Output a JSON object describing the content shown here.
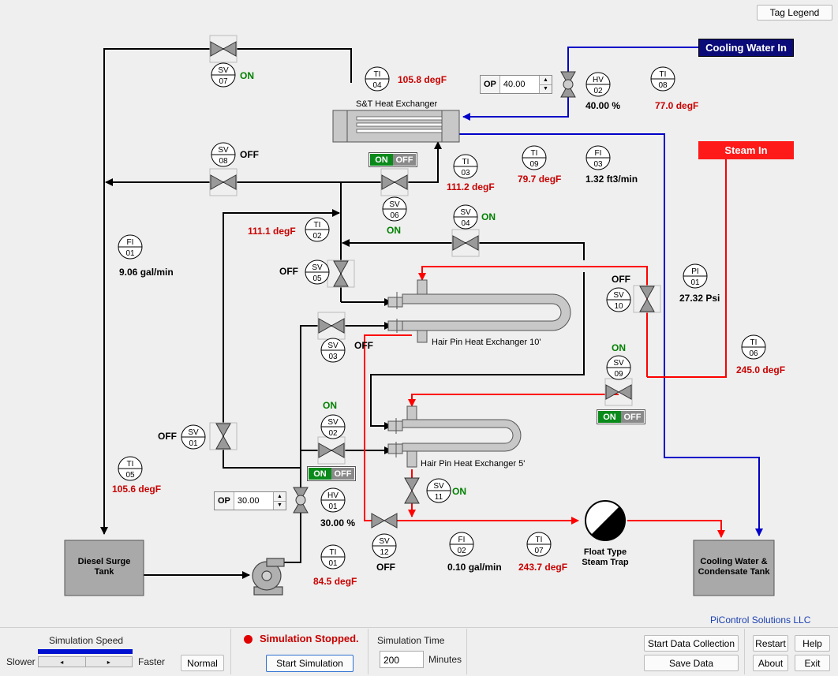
{
  "header": {
    "tag_legend_label": "Tag Legend"
  },
  "sources": {
    "cooling_water_in": "Cooling Water In",
    "steam_in": "Steam In"
  },
  "colors": {
    "cooling": "#0000c8",
    "steam": "#ff0000",
    "process": "#000000",
    "tag_red": "#c80000",
    "tag_green": "#008000",
    "on_green": "#0a8a1a",
    "navy": "#0a0a78"
  },
  "equipment": {
    "st_hx": "S&T Heat Exchanger",
    "hp10": "Hair Pin Heat Exchanger 10'",
    "hp5": "Hair Pin Heat Exchanger 5'",
    "steam_trap": "Float Type\nSteam Trap",
    "surge_tank": "Diesel Surge\nTank",
    "condensate_tank": "Cooling Water &\nCondensate Tank"
  },
  "tags": {
    "SV07": {
      "type": "SV",
      "num": "07",
      "state": "ON"
    },
    "SV08": {
      "type": "SV",
      "num": "08",
      "state": "OFF"
    },
    "SV06": {
      "type": "SV",
      "num": "06",
      "state": "ON"
    },
    "SV04": {
      "type": "SV",
      "num": "04",
      "state": "ON"
    },
    "SV05": {
      "type": "SV",
      "num": "05",
      "state": "OFF"
    },
    "SV03": {
      "type": "SV",
      "num": "03",
      "state": "OFF"
    },
    "SV02": {
      "type": "SV",
      "num": "02",
      "state": "ON"
    },
    "SV01": {
      "type": "SV",
      "num": "01",
      "state": "OFF"
    },
    "SV10": {
      "type": "SV",
      "num": "10",
      "state": "OFF"
    },
    "SV09": {
      "type": "SV",
      "num": "09",
      "state": "ON"
    },
    "SV11": {
      "type": "SV",
      "num": "11",
      "state": "ON"
    },
    "SV12": {
      "type": "SV",
      "num": "12",
      "state": "OFF"
    },
    "TI04": {
      "type": "TI",
      "num": "04",
      "value": "105.8 degF"
    },
    "TI03": {
      "type": "TI",
      "num": "03",
      "value": "111.2 degF"
    },
    "TI02": {
      "type": "TI",
      "num": "02",
      "value": "111.1 degF"
    },
    "TI09": {
      "type": "TI",
      "num": "09",
      "value": "79.7 degF"
    },
    "TI08": {
      "type": "TI",
      "num": "08",
      "value": "77.0 degF"
    },
    "TI06": {
      "type": "TI",
      "num": "06",
      "value": "245.0 degF"
    },
    "TI05": {
      "type": "TI",
      "num": "05",
      "value": "105.6 degF"
    },
    "TI01": {
      "type": "TI",
      "num": "01",
      "value": "84.5 degF"
    },
    "TI07": {
      "type": "TI",
      "num": "07",
      "value": "243.7 degF"
    },
    "FI03": {
      "type": "FI",
      "num": "03",
      "value": "1.32 ft3/min"
    },
    "FI01": {
      "type": "FI",
      "num": "01",
      "value": "9.06 gal/min"
    },
    "FI02": {
      "type": "FI",
      "num": "02",
      "value": "0.10 gal/min"
    },
    "PI01": {
      "type": "PI",
      "num": "01",
      "value": "27.32 Psi"
    },
    "HV02": {
      "type": "HV",
      "num": "02",
      "value": "40.00 %"
    },
    "HV01": {
      "type": "HV",
      "num": "01",
      "value": "30.00 %"
    }
  },
  "op_controls": {
    "hv02": {
      "label": "OP",
      "value": "40.00"
    },
    "hv01": {
      "label": "OP",
      "value": "30.00"
    }
  },
  "switches": {
    "on": "ON",
    "off": "OFF"
  },
  "branding": "PiControl Solutions LLC",
  "bottom": {
    "speed_title": "Simulation Speed",
    "slower": "Slower",
    "faster": "Faster",
    "normal_btn": "Normal",
    "status": "Simulation Stopped.",
    "start_btn": "Start Simulation",
    "time_title": "Simulation Time",
    "time_value": "200",
    "time_unit": "Minutes",
    "start_data_btn": "Start Data Collection",
    "save_data_btn": "Save Data",
    "restart_btn": "Restart",
    "help_btn": "Help",
    "about_btn": "About",
    "exit_btn": "Exit"
  }
}
